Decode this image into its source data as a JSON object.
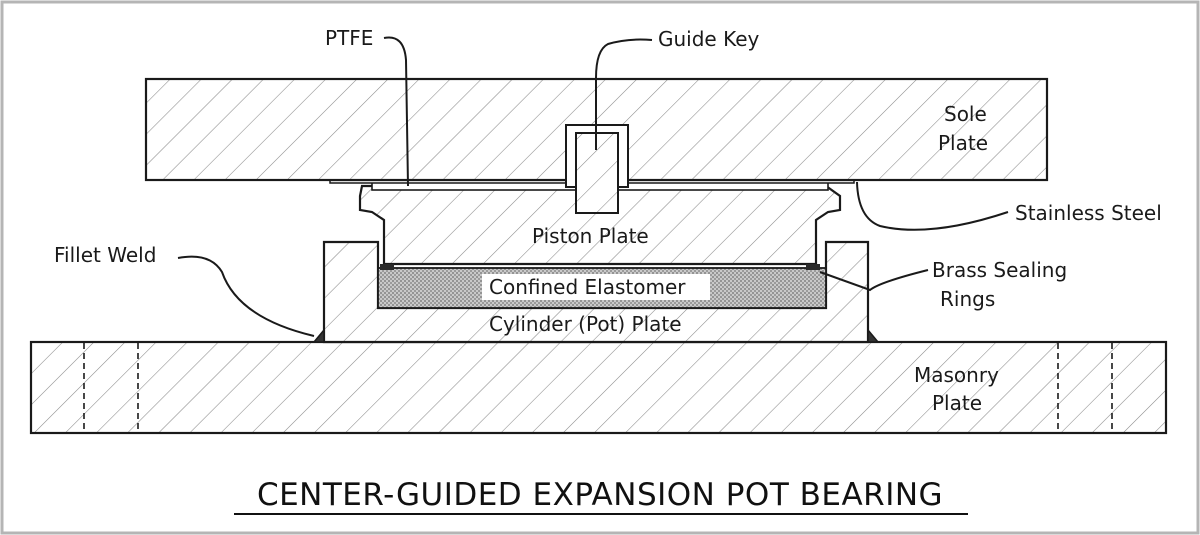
{
  "title": "CENTER-GUIDED EXPANSION POT BEARING",
  "labels": {
    "ptfe": "PTFE",
    "guide_key": "Guide Key",
    "sole_plate_line1": "Sole",
    "sole_plate_line2": "Plate",
    "stainless_steel": "Stainless Steel",
    "fillet_weld": "Fillet Weld",
    "piston_plate": "Piston Plate",
    "brass_sealing_rings_line1": "Brass Sealing",
    "brass_sealing_rings_line2": "Rings",
    "confined_elastomer": "Confined Elastomer",
    "cylinder_pot_plate": "Cylinder (Pot) Plate",
    "masonry_plate_line1": "Masonry",
    "masonry_plate_line2": "Plate"
  },
  "colors": {
    "frame": "#b5b5b5",
    "ink": "#1a1a1a",
    "hatch": "#8a8a8a",
    "elastomer": "#a0a0a0",
    "background": "#ffffff"
  }
}
